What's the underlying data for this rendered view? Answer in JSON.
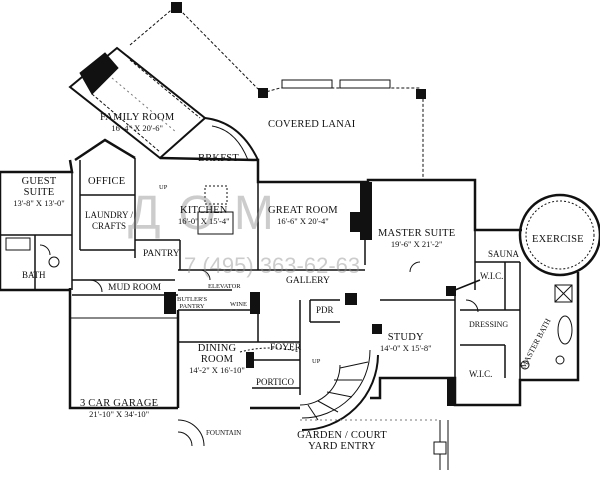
{
  "plan": {
    "rooms": {
      "family_room": {
        "name": "FAMILY ROOM",
        "dim": "16'-4\" X 20'-6\""
      },
      "covered_lanai": {
        "name": "COVERED LANAI"
      },
      "brkfst": {
        "name": "BRKFST"
      },
      "office": {
        "name": "OFFICE"
      },
      "up_office": {
        "name": "UP"
      },
      "guest_suite": {
        "name": "GUEST SUITE",
        "dim": "13'-8\" X 13'-0\""
      },
      "laundry": {
        "name": "LAUNDRY / CRAFTS"
      },
      "kitchen": {
        "name": "KITCHEN",
        "dim": "16'-0\" X 15'-4\""
      },
      "great_room": {
        "name": "GREAT ROOM",
        "dim": "16'-6\" X 20'-4\""
      },
      "master_suite": {
        "name": "MASTER SUITE",
        "dim": "19'-6\" X 21'-2\""
      },
      "exercise": {
        "name": "EXERCISE"
      },
      "sauna": {
        "name": "SAUNA"
      },
      "wic_top": {
        "name": "W.I.C."
      },
      "pantry": {
        "name": "PANTRY"
      },
      "bath_guest": {
        "name": "BATH"
      },
      "mud_room": {
        "name": "MUD ROOM"
      },
      "elevator": {
        "name": "ELEVATOR"
      },
      "gallery": {
        "name": "GALLERY"
      },
      "butlers_pantry": {
        "name": "BUTLER'S PANTRY"
      },
      "wine": {
        "name": "WINE"
      },
      "pdr": {
        "name": "PDR"
      },
      "dressing": {
        "name": "DRESSING"
      },
      "master_bath": {
        "name": "MASTER BATH"
      },
      "study": {
        "name": "STUDY",
        "dim": "14'-0\" X 15'-8\""
      },
      "dining_room": {
        "name": "DINING ROOM",
        "dim": "14'-2\" X 16'-10\""
      },
      "foyer": {
        "name": "FOYER"
      },
      "up_foyer": {
        "name": "UP"
      },
      "portico": {
        "name": "PORTICO"
      },
      "wic_bottom": {
        "name": "W.I.C."
      },
      "garage": {
        "name": "3 CAR GARAGE",
        "dim": "21'-10\" X 34'-10\""
      },
      "fountain": {
        "name": "FOUNTAIN"
      },
      "garden": {
        "name": "GARDEN / COURT YARD ENTRY"
      }
    }
  },
  "watermark": {
    "brand": "ДОМ",
    "phone": "7 (495) 363-62-63"
  }
}
